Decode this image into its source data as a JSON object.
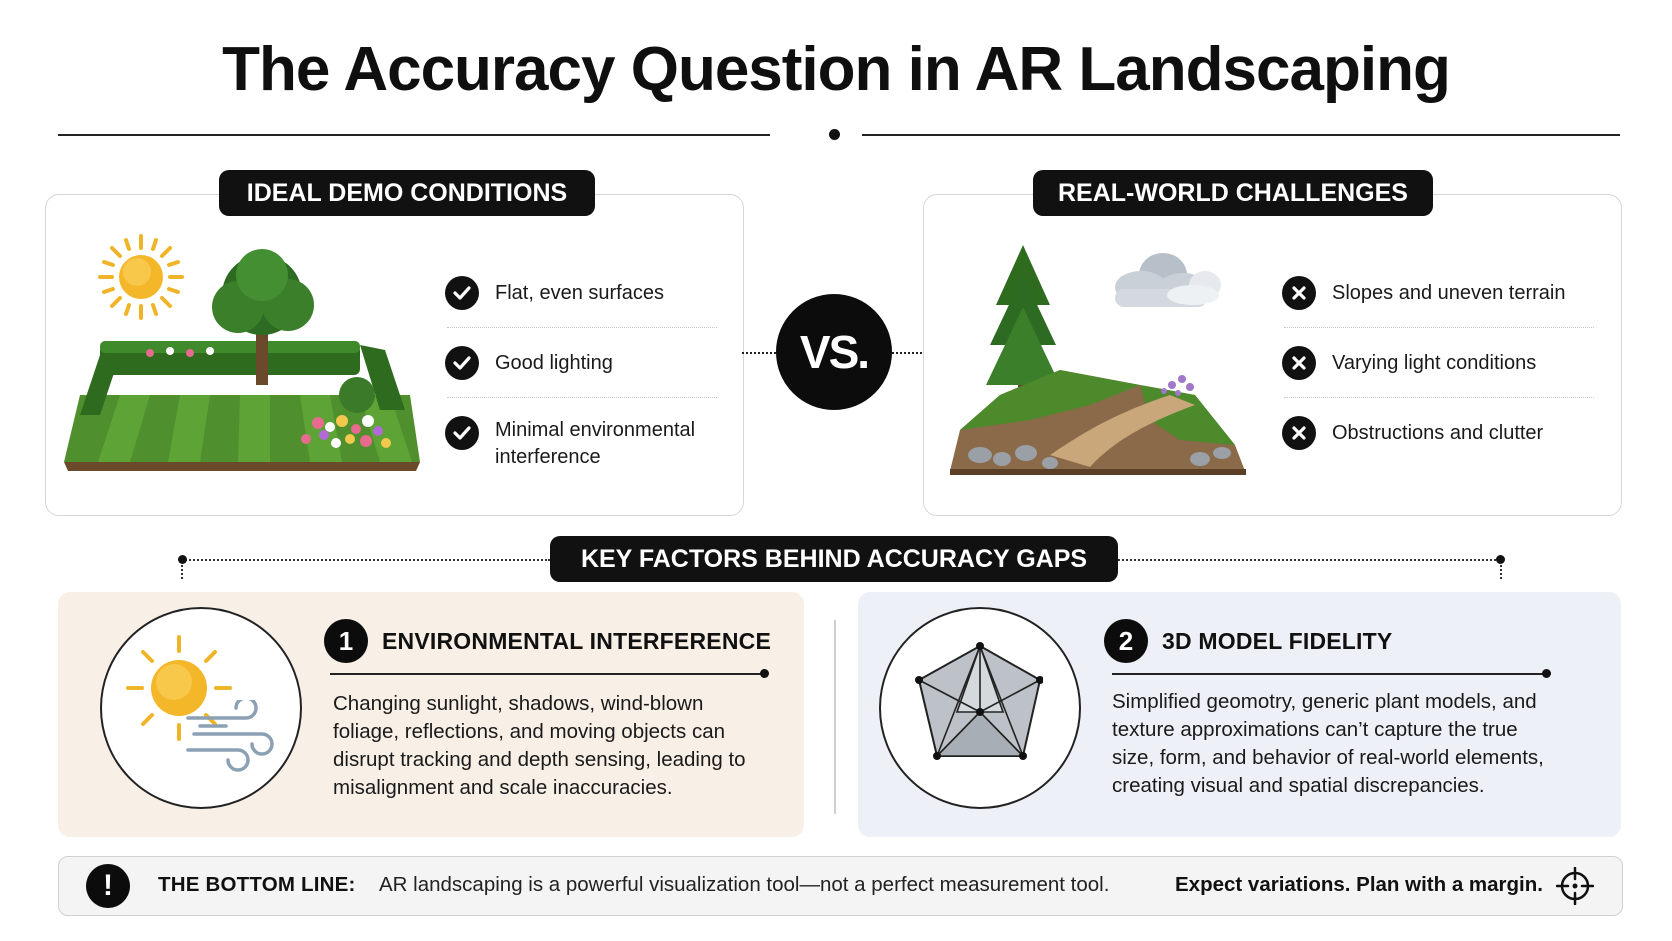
{
  "title": "The Accuracy Question in AR Landscaping",
  "left_panel": {
    "label": "IDEAL DEMO CONDITIONS",
    "items": [
      "Flat, even surfaces",
      "Good lighting",
      "Minimal environmental\ninterference"
    ]
  },
  "vs_label": "VS.",
  "right_panel": {
    "label": "REAL-WORLD CHALLENGES",
    "items": [
      "Slopes and uneven terrain",
      "Varying light conditions",
      "Obstructions and clutter"
    ]
  },
  "key_factors_label": "KEY FACTORS BEHIND ACCURACY GAPS",
  "factors": [
    {
      "number": "1",
      "heading": "ENVIRONMENTAL INTERFERENCE",
      "body": "Changing sunlight, shadows, wind-blown foliage, reflections, and moving objects can disrupt tracking and depth sensing, leading to misalignment and scale inaccuracies.",
      "bg_color": "#f8efe6"
    },
    {
      "number": "2",
      "heading": "3D MODEL FIDELITY",
      "body": "Simplified geomotry, generic plant models, and texture approximations can’t capture the true size, form, and behavior of real-world elements, creating visual and spatial discrepancies.",
      "bg_color": "#edf1f7"
    }
  ],
  "bottom_line": {
    "label": "THE BOTTOM LINE:",
    "text": "AR landscaping is a powerful visualization tool—not a perfect measurement tool.",
    "emphasis": "Expect variations. Plan with a margin."
  },
  "icons": [
    "sun-icon",
    "garden-illustration",
    "check-icon",
    "x-icon",
    "cloud-icon",
    "hillside-illustration",
    "wind-icon",
    "wireframe-polyhedron-icon",
    "alert-icon",
    "crosshair-icon"
  ]
}
